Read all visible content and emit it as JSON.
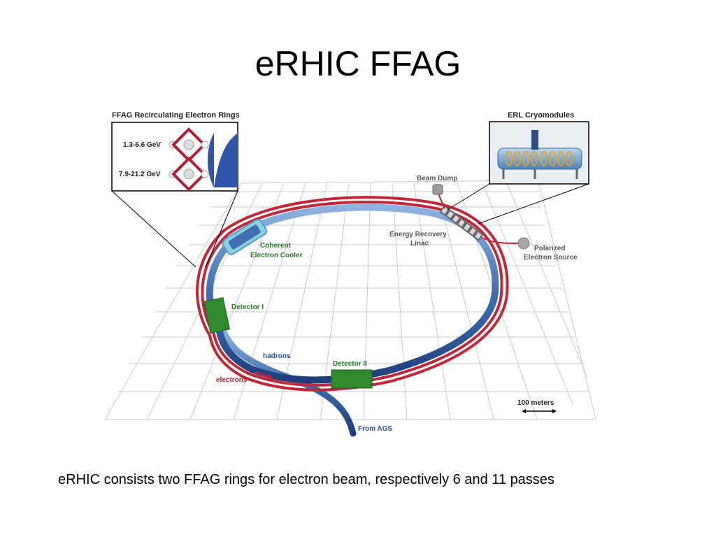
{
  "slide": {
    "title": "eRHIC FFAG",
    "caption": "eRHIC consists two FFAG rings for electron beam, respectively 6 and 11 passes"
  },
  "diagram": {
    "inset_left": {
      "heading": "FFAG Recirculating Electron Rings",
      "ring_low_label": "1.3-6.6 GeV",
      "ring_high_label": "7.9-21.2 GeV"
    },
    "inset_right": {
      "heading": "ERL Cryomodules"
    },
    "labels": {
      "beam_dump": "Beam Dump",
      "energy_recovery_1": "Energy Recovery",
      "energy_recovery_2": "Linac",
      "polarized_1": "Polarized",
      "polarized_2": "Electron Source",
      "cooler_1": "Coherent",
      "cooler_2": "Electron Cooler",
      "detector_1": "Detector I",
      "detector_2": "Detector II",
      "hadrons": "hadrons",
      "electrons": "electrons",
      "from_ags": "From AGS",
      "scale": "100 meters"
    },
    "colors": {
      "hadron_ring": "#3f6fb0",
      "electron_ring": "#c0283a",
      "detector": "#2f8a2f",
      "label_gray": "#555555",
      "label_green": "#2a7a2a",
      "label_blue": "#2a4f9a",
      "label_red": "#b02030"
    }
  }
}
